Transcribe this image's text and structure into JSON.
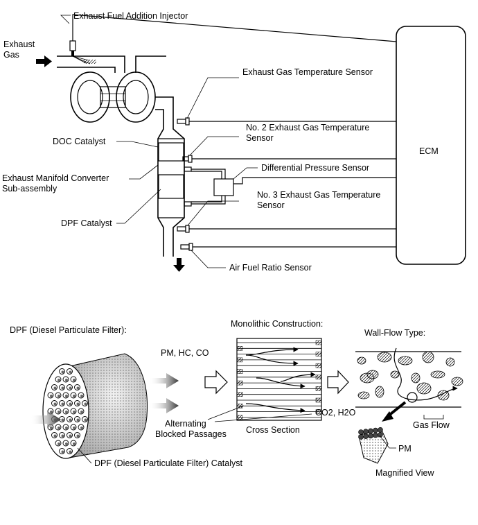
{
  "top_diagram": {
    "labels": {
      "exhaust_gas": [
        "Exhaust",
        "Gas"
      ],
      "injector": "Exhaust Fuel Addition Injector",
      "temp_sensor_1": "Exhaust Gas Temperature Sensor",
      "temp_sensor_2": [
        "No. 2 Exhaust Gas Temperature",
        "Sensor"
      ],
      "diff_pressure": "Differential Pressure Sensor",
      "temp_sensor_3": [
        "No. 3 Exhaust Gas Temperature",
        "Sensor"
      ],
      "af_sensor": "Air Fuel Ratio Sensor",
      "doc_catalyst": "DOC Catalyst",
      "manifold_converter": [
        "Exhaust Manifold Converter",
        "Sub-assembly"
      ],
      "dpf_catalyst": "DPF Catalyst",
      "ecm": "ECM"
    }
  },
  "bottom_diagram": {
    "labels": {
      "dpf_title": "DPF (Diesel Particulate Filter):",
      "gases_in": "PM, HC, CO",
      "monolithic": "Monolithic Construction:",
      "wall_flow": "Wall-Flow Type:",
      "gases_out": "CO2, H2O",
      "alternating": [
        "Alternating",
        "Blocked Passages"
      ],
      "cross_section": "Cross Section",
      "gas_flow": "Gas Flow",
      "pm": "PM",
      "magnified": "Magnified View",
      "dpf_catalyst_caption": "DPF (Diesel Particulate Filter) Catalyst"
    }
  }
}
